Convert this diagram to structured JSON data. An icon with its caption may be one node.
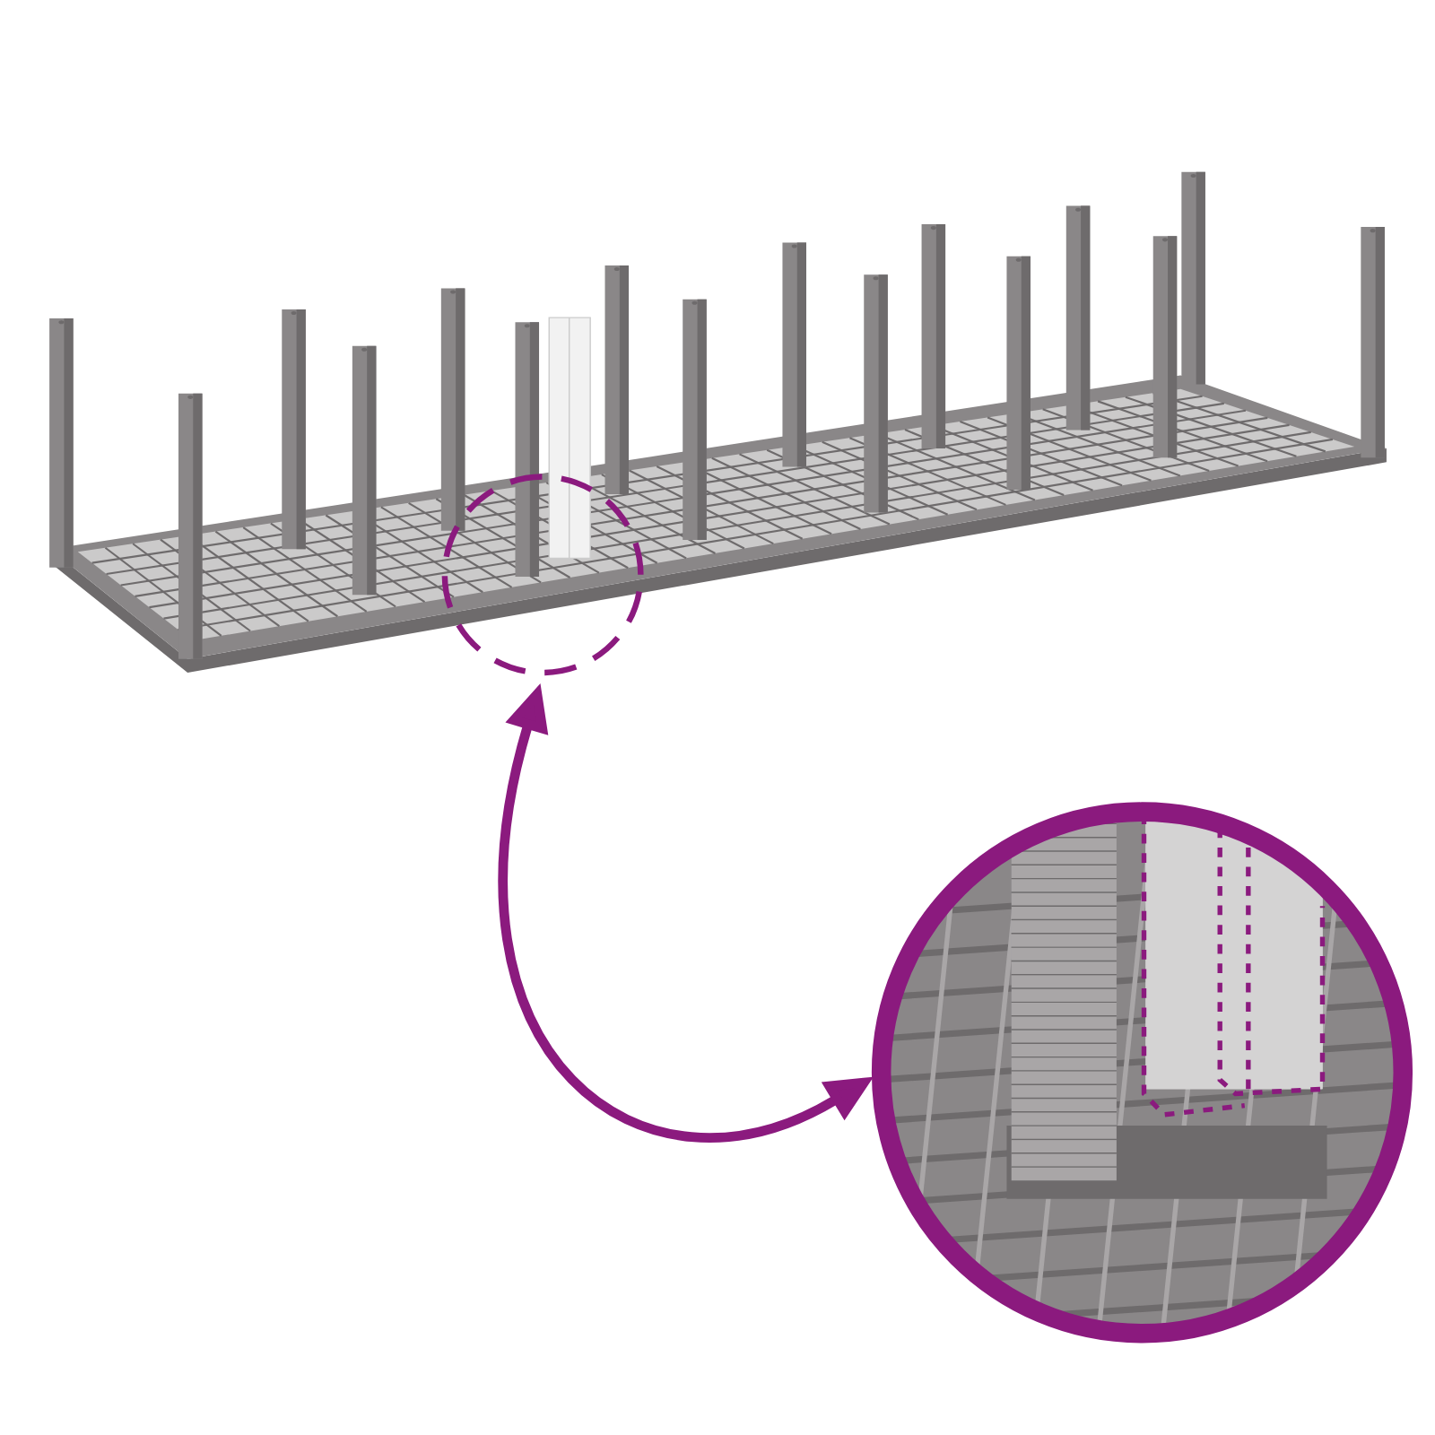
{
  "diagram": {
    "nodes": [
      {
        "text": [],
        "shape": "circle"
      },
      {
        "text": [],
        "shape": "picture"
      }
    ],
    "edges": [
      {
        "from": 0,
        "to": 1,
        "arrow": "both"
      }
    ]
  }
}
